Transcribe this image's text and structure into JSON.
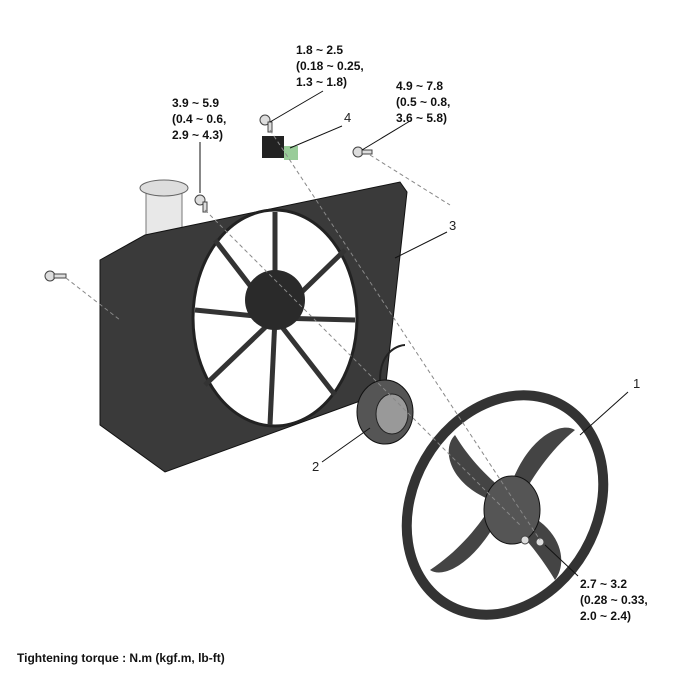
{
  "torques": {
    "top": [
      "1.8 ~ 2.5",
      "(0.18 ~ 0.25,",
      "1.3 ~ 1.8)"
    ],
    "left": [
      "3.9 ~ 5.9",
      "(0.4 ~ 0.6,",
      "2.9 ~ 4.3)"
    ],
    "right": [
      "4.9 ~ 7.8",
      "(0.5 ~ 0.8,",
      "3.6 ~ 5.8)"
    ],
    "bottom": [
      "2.7 ~ 3.2",
      "(0.28 ~ 0.33,",
      "2.0 ~ 2.4)"
    ]
  },
  "part_numbers": {
    "fan": "1",
    "motor": "2",
    "shroud": "3",
    "resistor": "4"
  },
  "caption": "Tightening torque : N.m (kgf.m, lb-ft)"
}
